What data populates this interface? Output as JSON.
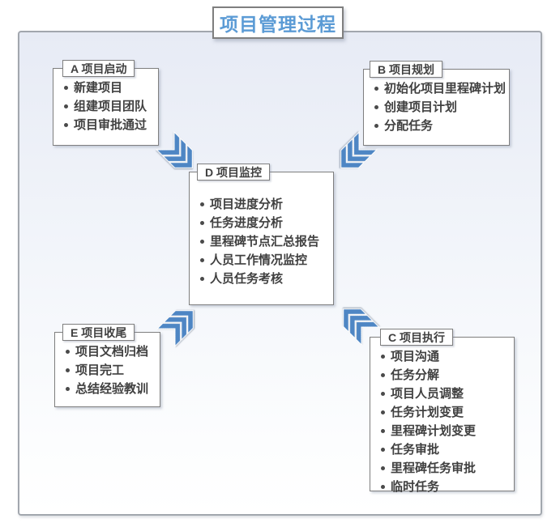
{
  "title": "项目管理过程",
  "panels": {
    "a": {
      "label": "A 项目启动",
      "items": [
        "新建项目",
        "组建项目团队",
        "项目审批通过"
      ]
    },
    "b": {
      "label": "B 项目规划",
      "items": [
        "初始化项目里程碑计划",
        "创建项目计划",
        "分配任务"
      ]
    },
    "d": {
      "label": "D 项目监控",
      "items": [
        "项目进度分析",
        "任务进度分析",
        "里程碑节点汇总报告",
        "人员工作情况监控",
        "人员任务考核"
      ]
    },
    "e": {
      "label": "E 项目收尾",
      "items": [
        "项目文档归档",
        "项目完工",
        "总结经验教训"
      ]
    },
    "c": {
      "label": "C 项目执行",
      "items": [
        "项目沟通",
        "任务分解",
        "项目人员调整",
        "任务计划变更",
        "里程碑计划变更",
        "任务审批",
        "里程碑任务审批",
        "临时任务"
      ]
    }
  },
  "arrows": [
    {
      "name": "arrow-initiation-to-monitoring",
      "direction": "down-right"
    },
    {
      "name": "arrow-planning-to-monitoring",
      "direction": "down-left"
    },
    {
      "name": "arrow-closing-to-monitoring",
      "direction": "up-right"
    },
    {
      "name": "arrow-execution-to-monitoring",
      "direction": "up-left"
    }
  ],
  "colors": {
    "title_blue": "#5B9BD5",
    "arrow_blue": "#4E86C4",
    "panel_border": "#7F7F7F",
    "text": "#404040",
    "frame_border": "#A2A7AE",
    "bg_top": "#E7EBF5",
    "bg_bottom": "#FFFFFF"
  }
}
